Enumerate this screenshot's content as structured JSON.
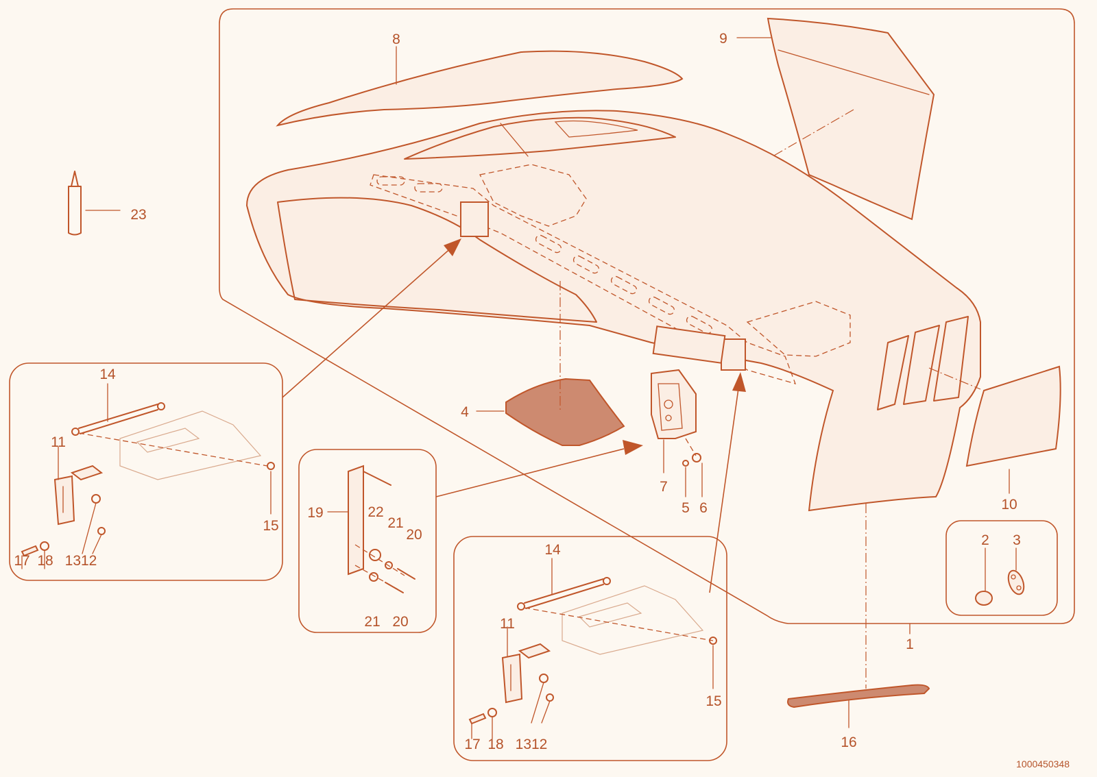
{
  "diagram": {
    "reference_number": "1000450348",
    "callouts": {
      "c1": "1",
      "c2": "2",
      "c3": "3",
      "c4": "4",
      "c5": "5",
      "c6": "6",
      "c7": "7",
      "c8": "8",
      "c9": "9",
      "c10": "10",
      "c14a": "14",
      "c11a": "11",
      "c15a": "15",
      "c17a": "17",
      "c18a": "18",
      "c1312a": "1312",
      "c19": "19",
      "c22": "22",
      "c21a": "21",
      "c20a": "20",
      "c21b": "21",
      "c20b": "20",
      "c14b": "14",
      "c11b": "11",
      "c15b": "15",
      "c17b": "17",
      "c18b": "18",
      "c1312b": "1312",
      "c16": "16",
      "c23": "23"
    }
  }
}
